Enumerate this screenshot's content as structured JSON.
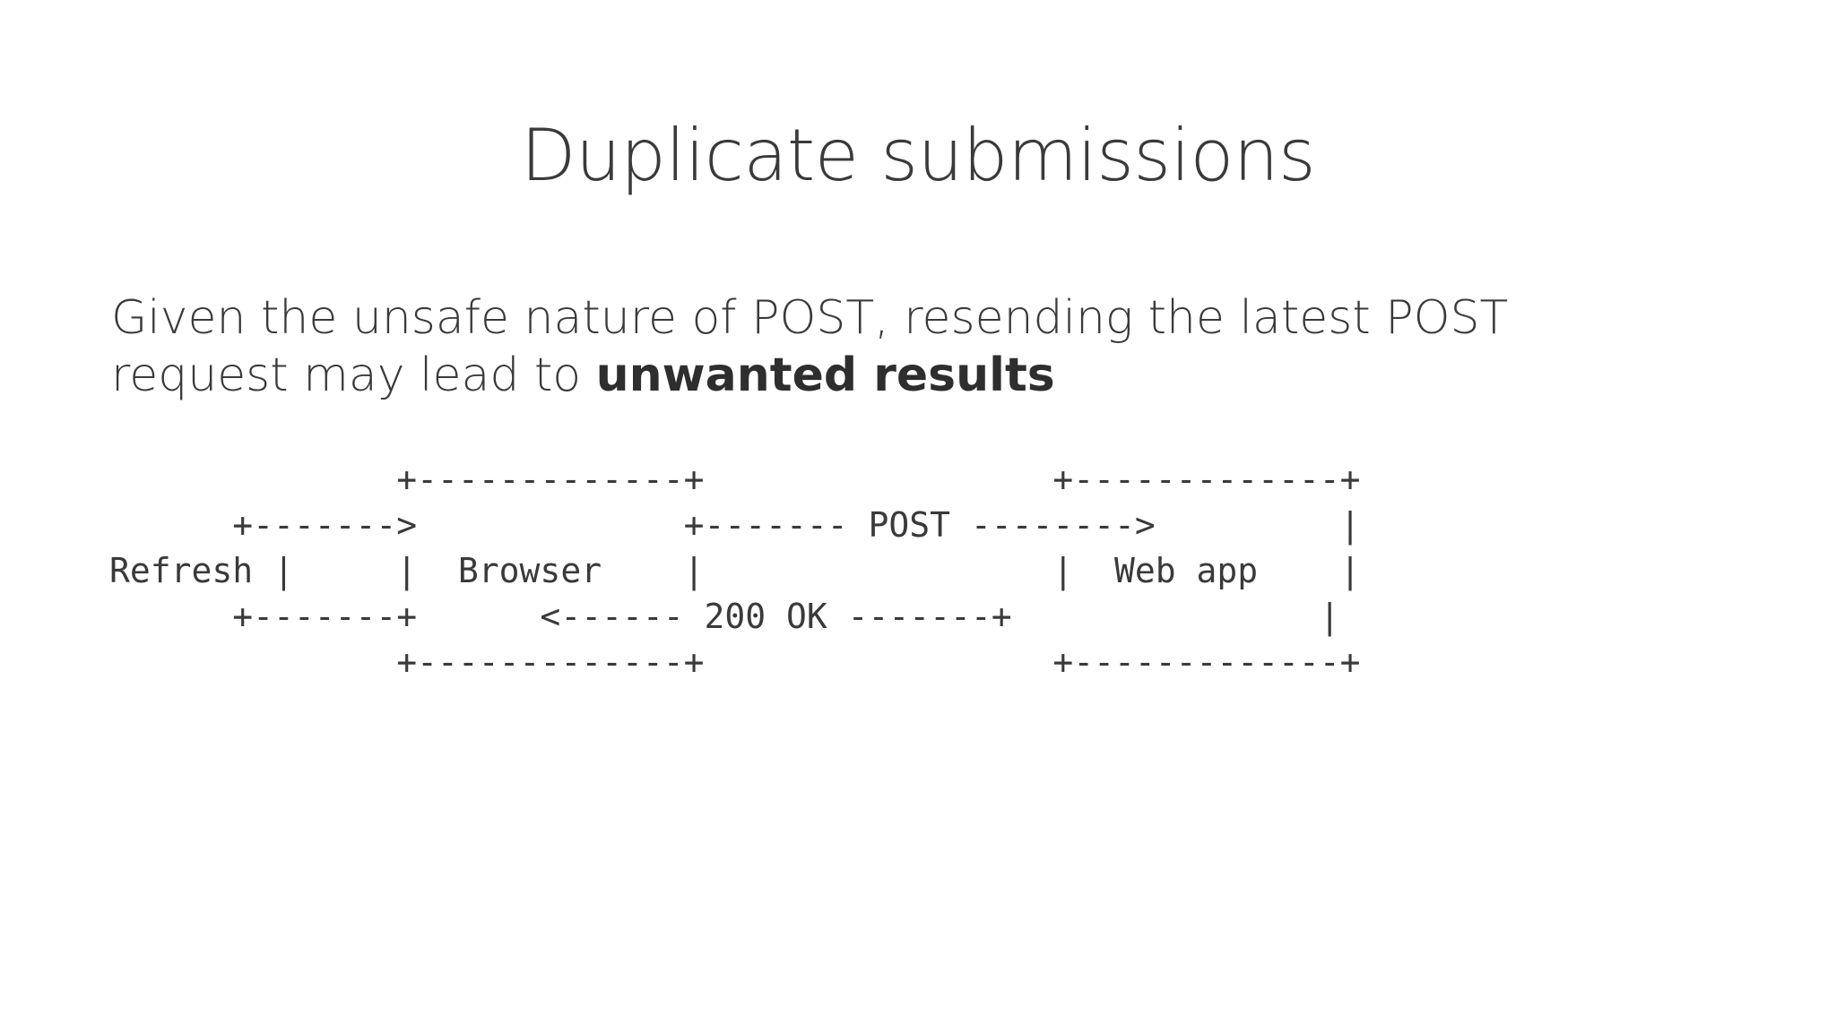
{
  "slide": {
    "title": "Duplicate submissions",
    "body": {
      "lead": "Given the unsafe nature of POST, resending the latest POST request may lead to ",
      "emphasis": "unwanted results"
    },
    "diagram": {
      "kind": "ascii-art",
      "alt": "Refresh loop on browser causing a duplicate POST to the web app",
      "lines": [
        "              +-------------+                 +-------------+",
        "      +------->             +------- POST -------->         |",
        "Refresh |     |  Browser    |                 |  Web app    |",
        "      +-------+      <------ 200 OK -------+               |",
        "              +-------------+                 +-------------+"
      ],
      "text": "              +-------------+                 +-------------+\n      +------->             +------- POST -------->         |\nRefresh |     |  Browser    |                 |  Web app    |\n      +-------+      <------ 200 OK -------+               |\n              +-------------+                 +-------------+",
      "labels": [
        "Refresh",
        "Browser",
        "POST",
        "200 OK",
        "Web app"
      ],
      "colors": {
        "ink": "#3a3a3a",
        "background": "#ffffff"
      }
    }
  }
}
